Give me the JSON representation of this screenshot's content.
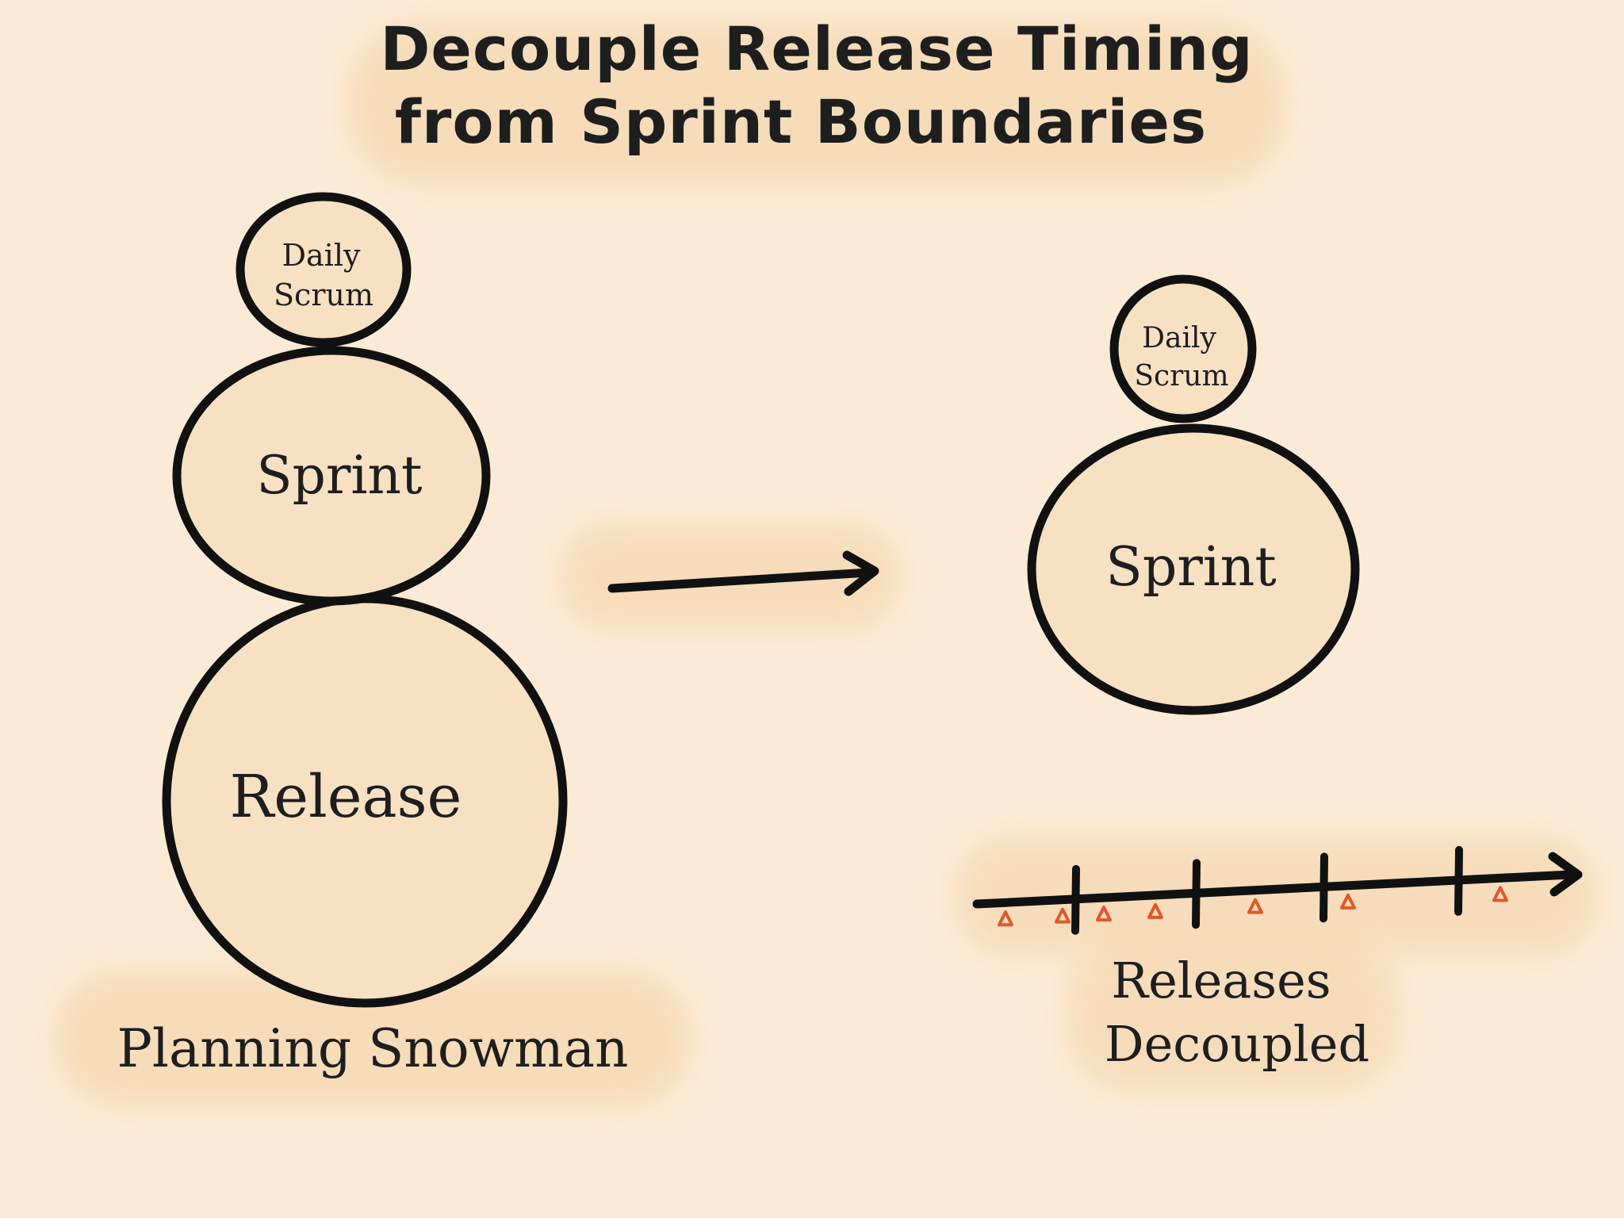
{
  "title": {
    "line1": "Decouple Release Timing",
    "line2": "from Sprint Boundaries"
  },
  "left_diagram": {
    "top_circle": {
      "line1": "Daily",
      "line2": "Scrum"
    },
    "middle_circle": "Sprint",
    "bottom_circle": "Release",
    "caption": "Planning Snowman"
  },
  "right_diagram": {
    "top_circle": {
      "line1": "Daily",
      "line2": "Scrum"
    },
    "circle": "Sprint",
    "caption": {
      "line1": "Releases",
      "line2": "Decoupled"
    },
    "timeline": {
      "sprint_ticks": 4,
      "release_markers": 7
    }
  },
  "colors": {
    "background": "#fbebd6",
    "highlight": "#f5d7b0",
    "circle_fill": "#f8e1c3",
    "ink": "#111111",
    "release_marker": "#e2572a"
  }
}
